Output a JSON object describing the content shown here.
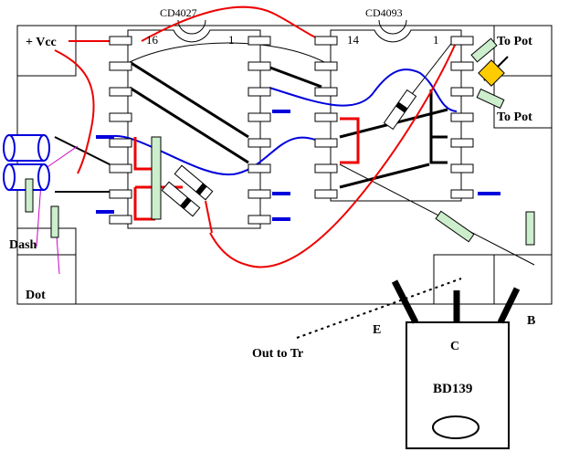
{
  "labels": {
    "vcc": "+ Vcc",
    "chip_a_name": "CD4027",
    "chip_b_name": "CD4093",
    "chip_a_pin_high": "16",
    "chip_a_pin_low": "1",
    "chip_b_pin_high": "14",
    "chip_b_pin_low": "1",
    "to_pot_1": "To Pot",
    "to_pot_2": "To Pot",
    "dash": "Dash",
    "dot": "Dot",
    "emitter": "E",
    "collector": "C",
    "base": "B",
    "out_to_tr": "Out to Tr",
    "transistor": "BD139"
  },
  "colors": {
    "board_outline": "#000000",
    "pad_fill": "#ffffff",
    "wire_red": "#ee0000",
    "wire_blue": "#0000dd",
    "wire_magenta": "#cc00cc",
    "part_green": "#cceecc",
    "pot_yellow": "#ffcc00",
    "trace_black": "#000000"
  }
}
